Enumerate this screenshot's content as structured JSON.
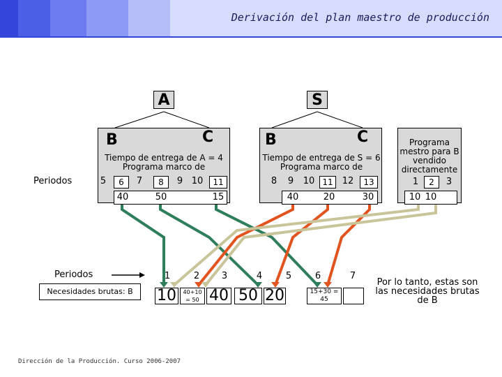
{
  "title": "Derivación del plan maestro de producción",
  "footer": "Dirección de la Producción. Curso 2006-2007",
  "nodes": {
    "A": "A",
    "S": "S",
    "B1": "B",
    "C1": "C",
    "B2": "B",
    "C2": "C"
  },
  "leadtime_A": "Tiempo de entrega de A = 4 Programa marco de",
  "leadtime_S": "Tiempo de entrega de S = 6 Programa marco de",
  "periodos_label": "Periodos",
  "periods_A": [
    "5",
    "6",
    "7",
    "8",
    "9",
    "10",
    "11"
  ],
  "values_A": [
    "40",
    "50",
    "15"
  ],
  "periods_S": [
    "8",
    "9",
    "10",
    "11",
    "12",
    "13"
  ],
  "values_S": [
    "40",
    "20",
    "30"
  ],
  "programa_title": "Programa mestro para B vendido directamente",
  "programa_periods": [
    "1",
    "2",
    "3"
  ],
  "programa_values": [
    "10",
    "10"
  ],
  "bottom": {
    "periodos_label": "Periodos",
    "necesidades_label": "Necesidades brutas: B",
    "periods": [
      "1",
      "2",
      "3",
      "4",
      "5",
      "6",
      "7"
    ],
    "values": [
      "10",
      "40+10 = 50",
      "40",
      "50",
      "20",
      "15+30 = 45"
    ]
  },
  "conclusion": "Por lo tanto, estas son las necesidades brutas de B",
  "colors": {
    "green": "#2e7d5b",
    "orange": "#e2541f",
    "tan": "#c9c49a",
    "blue": "#5b6ee8"
  }
}
